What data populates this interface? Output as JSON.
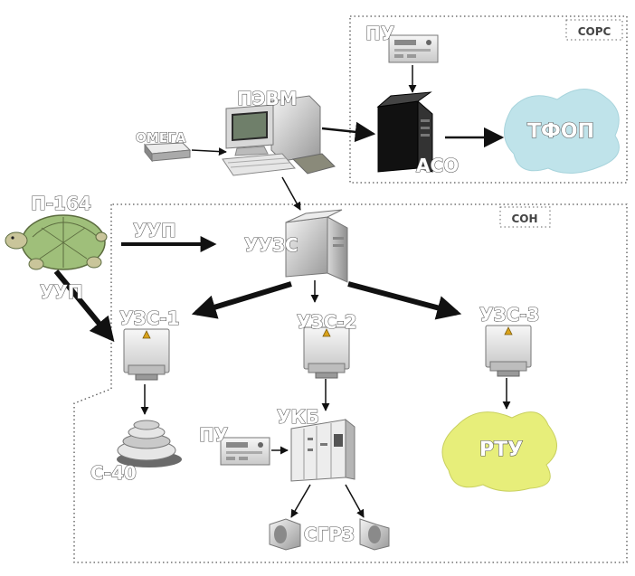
{
  "zones": {
    "sors": "СОРС",
    "son": "СОН"
  },
  "nodes": {
    "pu_top": "ПУ",
    "pevm": "ПЭВМ",
    "omega": "ОМЕГА",
    "aso": "АСО",
    "tfop": "ТФОП",
    "p164": "П-164",
    "uup_1": "УУП",
    "uup_2": "УУП",
    "uuzs": "УУЗС",
    "uzs1": "УЗС-1",
    "uzs2": "УЗС-2",
    "uzs3": "УЗС-3",
    "s40": "С-40",
    "pu_bottom": "ПУ",
    "ukb": "УКБ",
    "rtu": "РТУ",
    "sgrz": "СГРЗ"
  },
  "colors": {
    "tfop_cloud": "#bfe3ea",
    "rtu_cloud": "#e7ee7a",
    "arrow": "#111111",
    "boundary": "#555555"
  }
}
